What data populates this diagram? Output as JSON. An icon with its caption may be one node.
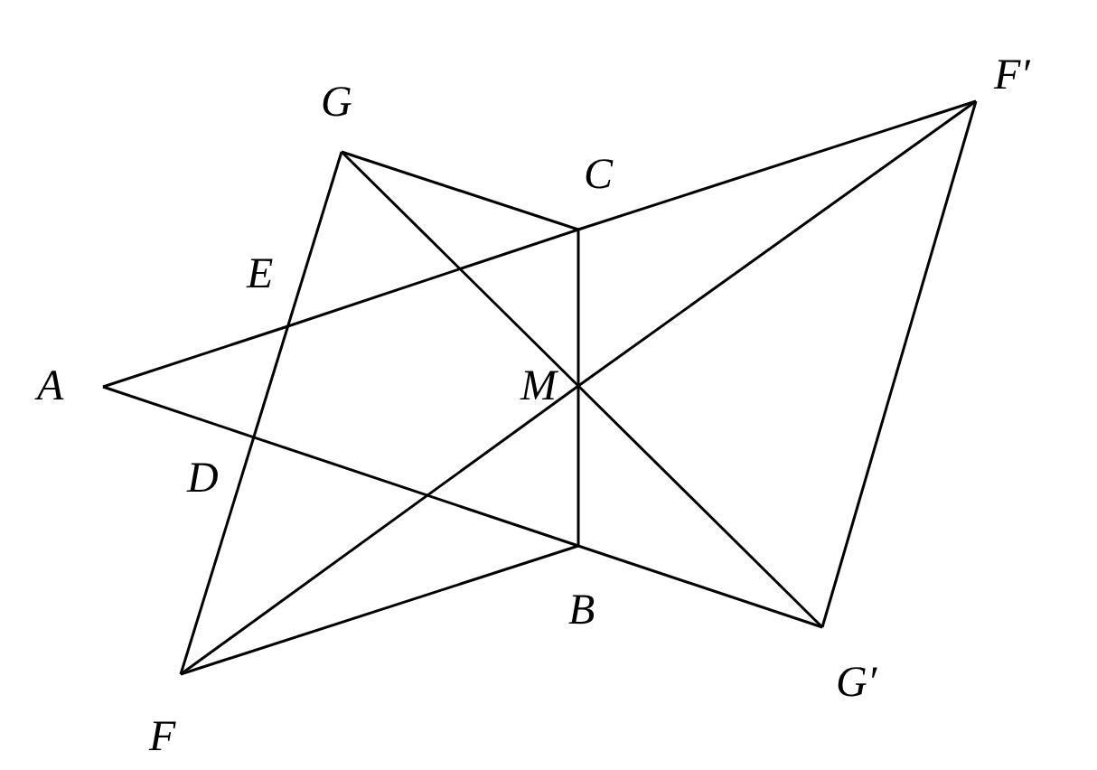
{
  "diagram": {
    "nodes": [
      {
        "text": [
          "G"
        ]
      },
      {
        "text": [
          "F′"
        ]
      },
      {
        "text": [
          "C"
        ]
      },
      {
        "text": [
          "E"
        ]
      },
      {
        "text": [
          "A"
        ]
      },
      {
        "text": [
          "M"
        ]
      },
      {
        "text": [
          "D"
        ]
      },
      {
        "text": [
          "B"
        ]
      },
      {
        "text": [
          "F"
        ]
      },
      {
        "text": [
          "G′"
        ]
      }
    ],
    "edges": [
      {
        "from": 4,
        "to": 3,
        "arrow": "none"
      },
      {
        "from": 3,
        "to": 2,
        "arrow": "none"
      },
      {
        "from": 2,
        "to": 1,
        "arrow": "none"
      },
      {
        "from": 4,
        "to": 6,
        "arrow": "none"
      },
      {
        "from": 6,
        "to": 7,
        "arrow": "none"
      },
      {
        "from": 7,
        "to": 9,
        "arrow": "none"
      },
      {
        "from": 0,
        "to": 3,
        "arrow": "none"
      },
      {
        "from": 3,
        "to": 6,
        "arrow": "none"
      },
      {
        "from": 6,
        "to": 8,
        "arrow": "none"
      },
      {
        "from": 0,
        "to": 2,
        "arrow": "none"
      },
      {
        "from": 2,
        "to": 5,
        "arrow": "none"
      },
      {
        "from": 5,
        "to": 7,
        "arrow": "none"
      },
      {
        "from": 8,
        "to": 7,
        "arrow": "none"
      },
      {
        "from": 0,
        "to": 5,
        "arrow": "none"
      },
      {
        "from": 5,
        "to": 9,
        "arrow": "none"
      },
      {
        "from": 8,
        "to": 5,
        "arrow": "none"
      },
      {
        "from": 5,
        "to": 1,
        "arrow": "none"
      },
      {
        "from": 1,
        "to": 9,
        "arrow": "none"
      }
    ]
  }
}
